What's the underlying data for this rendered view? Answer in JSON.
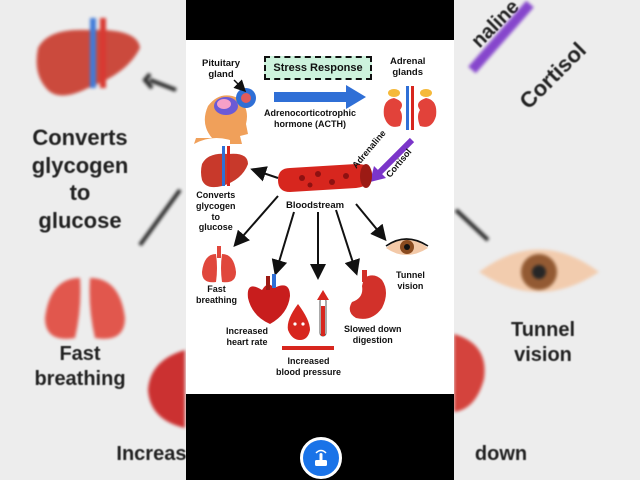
{
  "diagram": {
    "stress_response": "Stress Response",
    "pituitary_gland": "Pituitary\ngland",
    "adrenal_glands": "Adrenal\nglands",
    "acth": "Adrenocorticotrophic\nhormone (ACTH)",
    "adrenaline": "Adrenaline",
    "cortisol": "Cortisol",
    "bloodstream": "Bloodstream",
    "converts": "Converts\nglycogen\nto\nglucose",
    "fast_breathing": "Fast\nbreathing",
    "heart_rate": "Increased\nheart rate",
    "blood_pressure": "Increased\nblood pressure",
    "digestion": "Slowed down\ndigestion",
    "tunnel_vision": "Tunnel\nvision"
  },
  "background": {
    "left_converts": "Converts\nglycogen\nto\nglucose",
    "left_fast_breathing": "Fast\nbreathing",
    "left_increase": "Increase",
    "right_adrenaline": "naline",
    "right_cortisol": "Cortisol",
    "right_tunnel_vision": "Tunnel\nvision",
    "right_down": "down"
  },
  "colors": {
    "blood_red": "#d7261e",
    "acth_arrow": "#2f6fd6",
    "cortisol_arrow": "#7b35c9",
    "stress_fill": "#cdf3dd",
    "button_blue": "#1a73e8"
  }
}
